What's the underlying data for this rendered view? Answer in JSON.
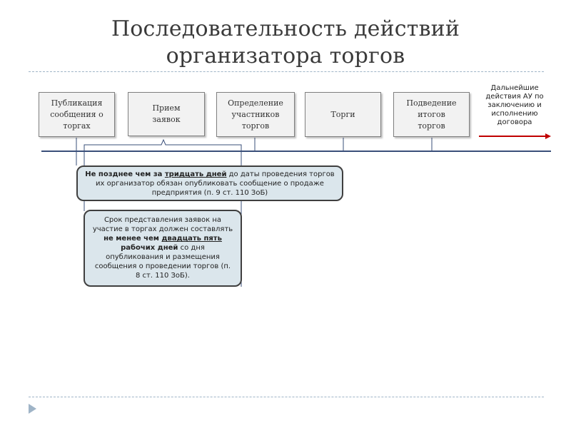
{
  "title": {
    "line1": "Последовательность действий",
    "line2": "организатора торгов"
  },
  "steps": [
    {
      "label": "Публикация сообщения о торгах"
    },
    {
      "label": "Прием заявок"
    },
    {
      "label": "Определение участников торгов"
    },
    {
      "label": "Торги"
    },
    {
      "label": "Подведение итогов торгов"
    }
  ],
  "after_action": {
    "label": "Дальнейшие действия АУ по заключению и исполнению договора"
  },
  "note1": {
    "bold_pre": "Не позднее чем за ",
    "bold_underline": "тридцать дней",
    "text": " до даты проведения торгов их организатор обязан опубликовать сообщение о продаже предприятия (п. 9 ст. 110 ЗоБ)"
  },
  "note2": {
    "text_pre": "Срок представления заявок на участие в торгах должен составлять ",
    "bold_1": "не менее чем ",
    "bold_underline": "двадцать пять ",
    "bold_2": "рабочих дней",
    "text_post": " со дня опубликования и размещения сообщения о проведении торгов (п. 8 ст. 110 ЗоБ)."
  },
  "colors": {
    "timeline": "#3a4f7a",
    "arrow": "#c00000",
    "box_fill": "#f2f2f2",
    "note_fill": "#dbe6ec"
  }
}
